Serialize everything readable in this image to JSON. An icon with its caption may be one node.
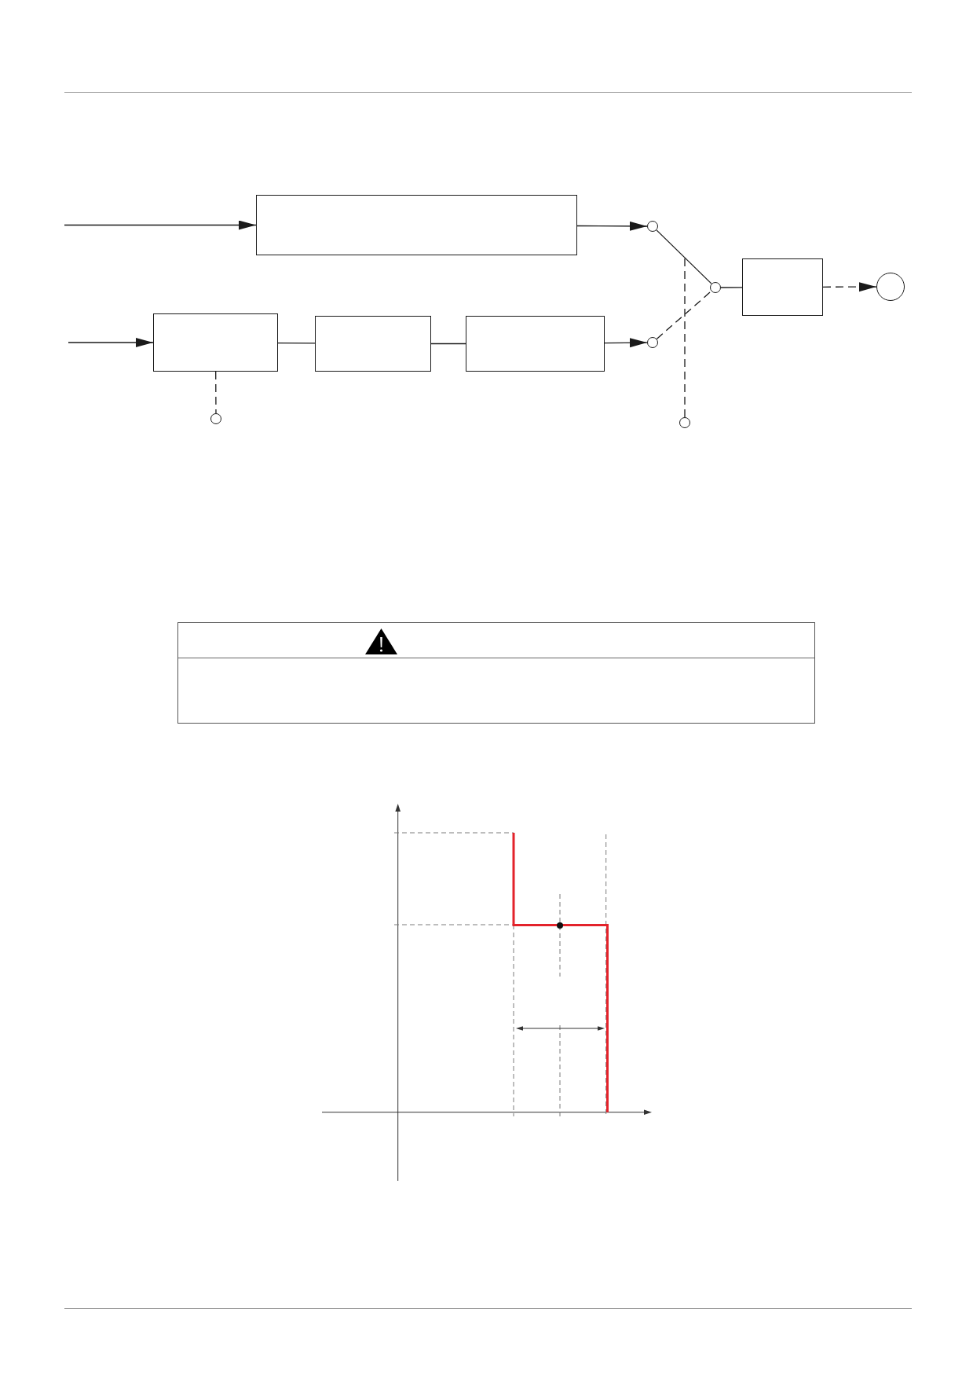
{
  "diagram": {
    "nodes": [
      {
        "text": [],
        "shape": "box"
      },
      {
        "text": [],
        "shape": "box"
      },
      {
        "text": [],
        "shape": "box"
      },
      {
        "text": [],
        "shape": "box"
      },
      {
        "text": [],
        "shape": "circle"
      },
      {
        "text": [],
        "shape": "circle"
      },
      {
        "text": [],
        "shape": "circle"
      },
      {
        "text": [],
        "shape": "box"
      },
      {
        "text": [],
        "shape": "circle"
      },
      {
        "text": [],
        "shape": "circle"
      },
      {
        "text": [],
        "shape": "circle"
      }
    ],
    "edges": [
      {
        "from": null,
        "to": 0,
        "arrow": "to"
      },
      {
        "from": null,
        "to": 1,
        "arrow": "to"
      },
      {
        "from": 1,
        "to": 2,
        "arrow": "none"
      },
      {
        "from": 2,
        "to": 3,
        "arrow": "none"
      },
      {
        "from": 0,
        "to": 4,
        "arrow": "to"
      },
      {
        "from": 3,
        "to": 5,
        "arrow": "to"
      },
      {
        "from": 4,
        "to": 6,
        "arrow": "none"
      },
      {
        "from": 5,
        "to": 6,
        "arrow": "none",
        "style": "dashed"
      },
      {
        "from": 6,
        "to": 7,
        "arrow": "none"
      },
      {
        "from": 7,
        "to": 8,
        "arrow": "to",
        "style": "dashed"
      },
      {
        "from": 1,
        "to": 9,
        "arrow": "none",
        "style": "dashed"
      },
      {
        "from": 10,
        "to": null,
        "arrow": "none",
        "style": "dashed"
      }
    ]
  }
}
